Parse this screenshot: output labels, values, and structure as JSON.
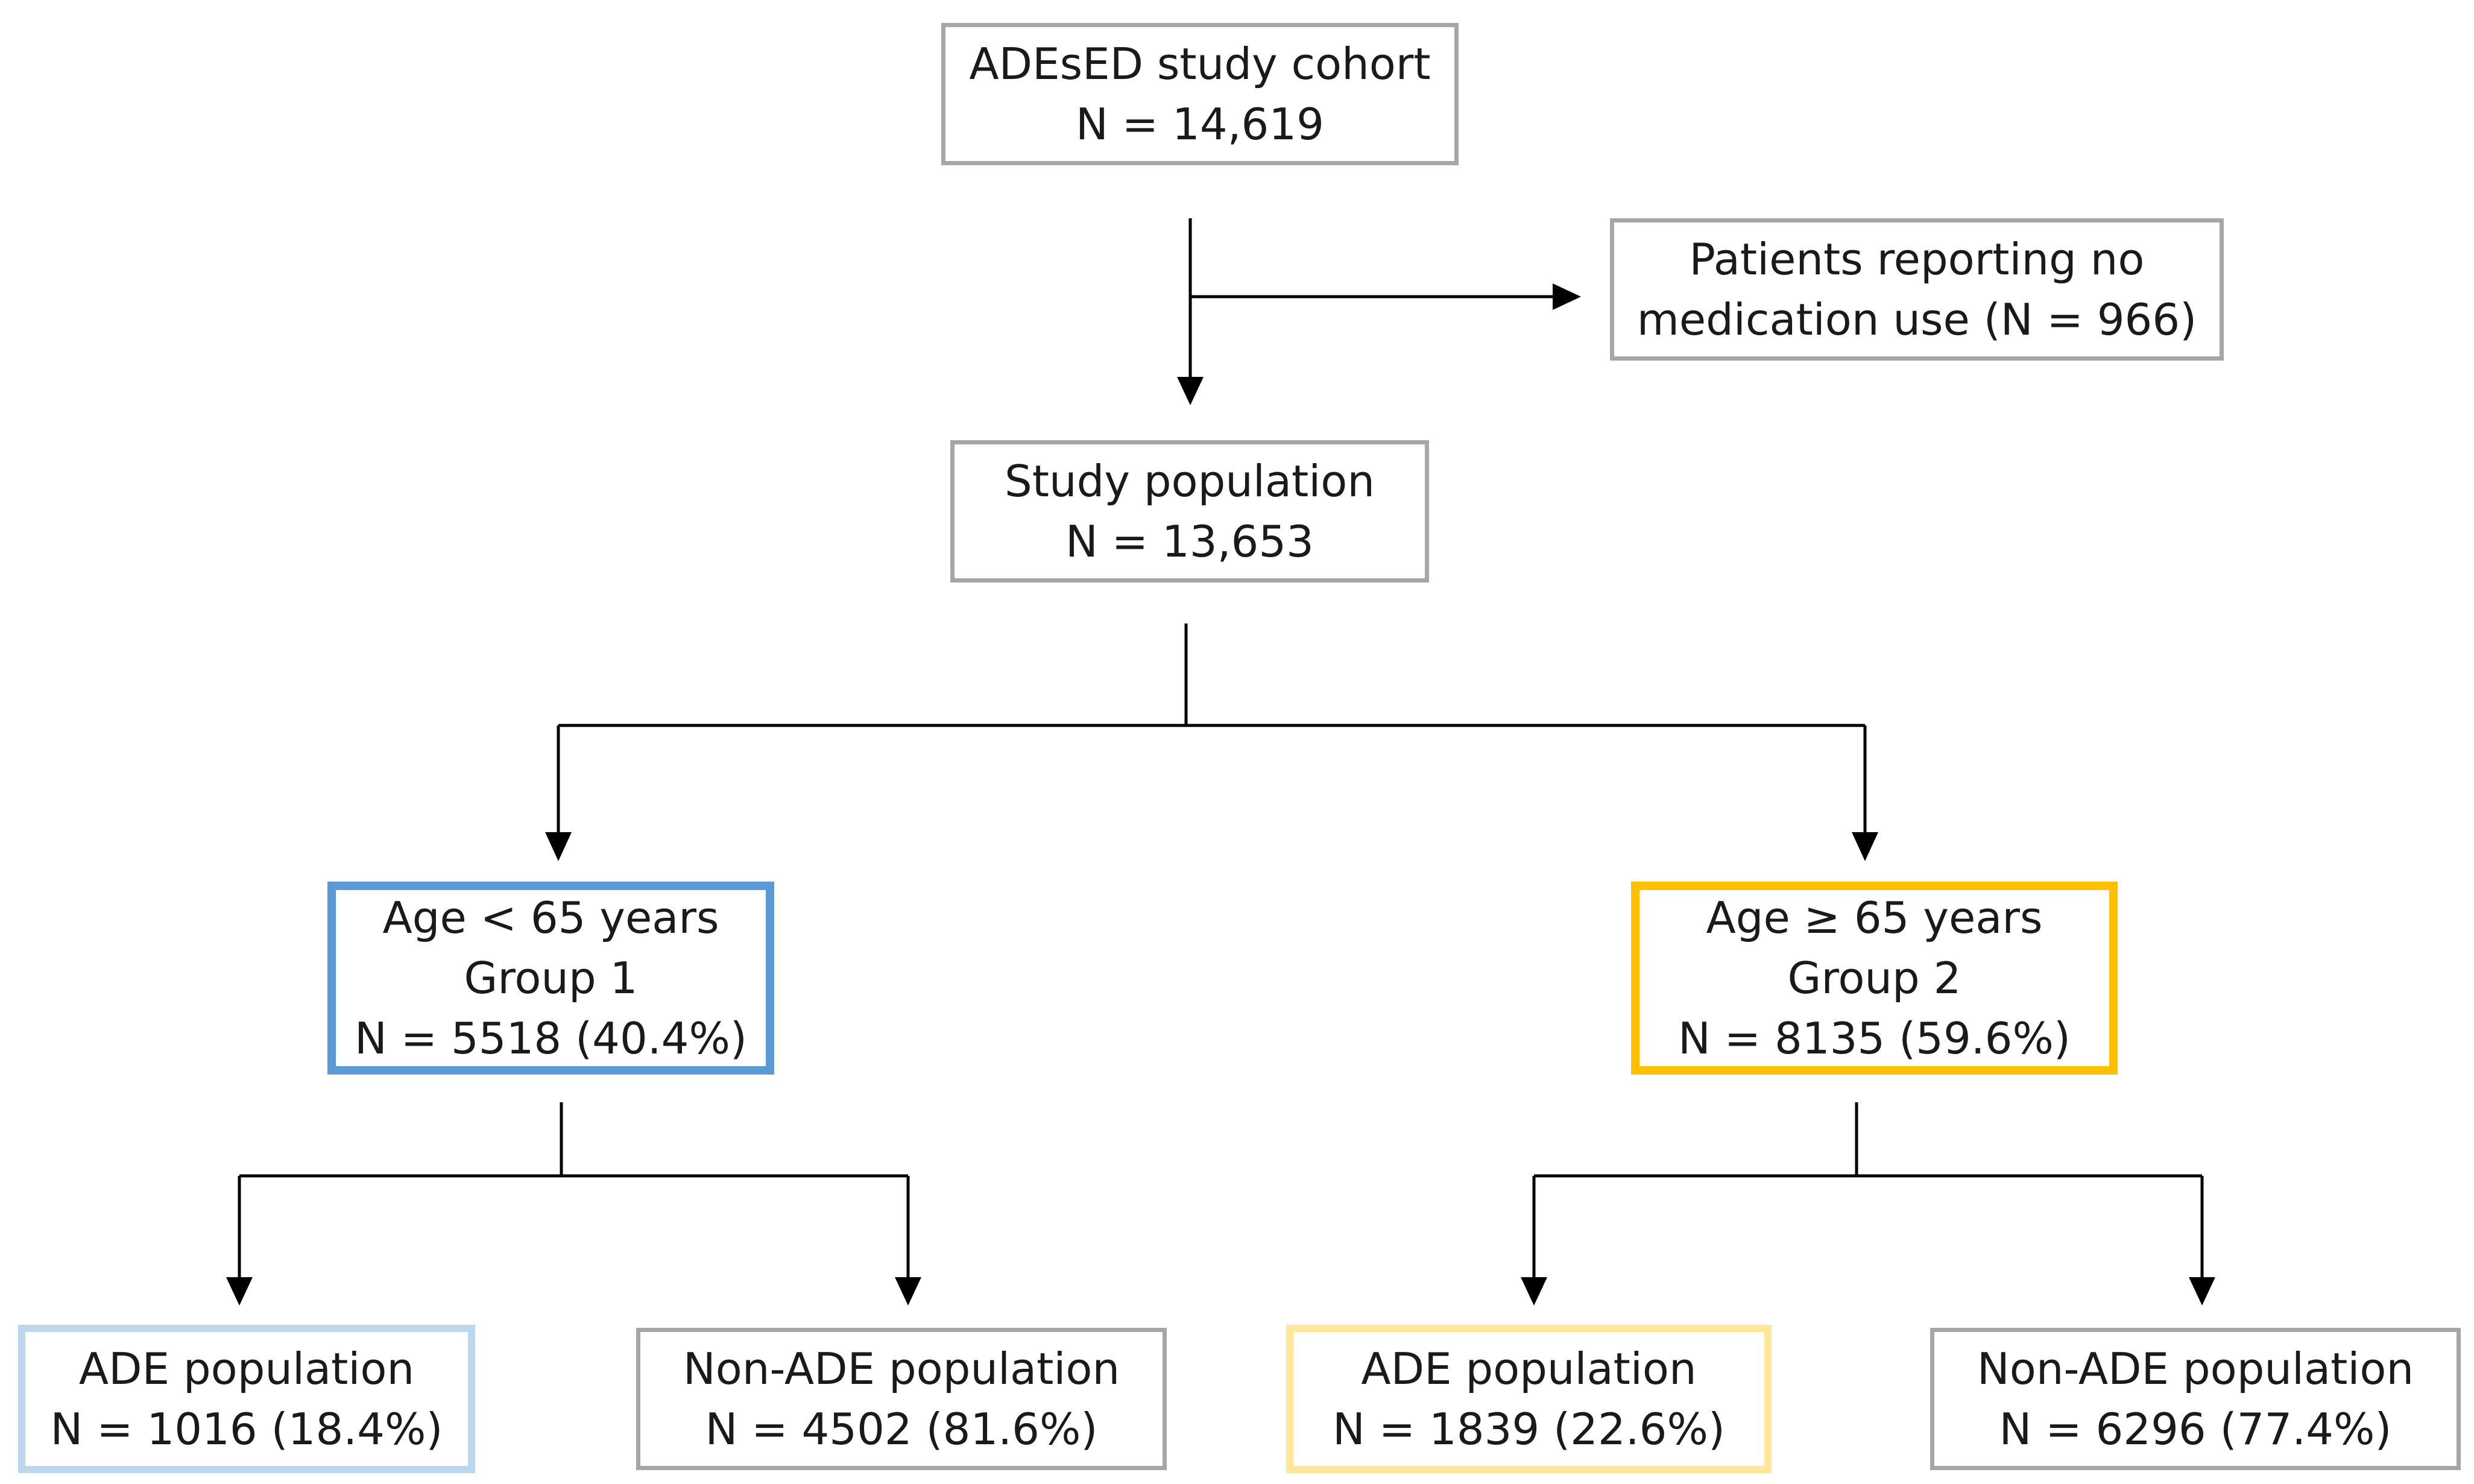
{
  "boxes": {
    "cohort": {
      "line1": "ADEsED study cohort",
      "line2": "N = 14,619"
    },
    "excluded": {
      "line1": "Patients reporting no",
      "line2": "medication use (N = 966)"
    },
    "study": {
      "line1": "Study population",
      "line2": "N = 13,653"
    },
    "group1": {
      "line1": "Age < 65 years",
      "line2": "Group 1",
      "line3": "N = 5518 (40.4%)"
    },
    "group2": {
      "line1": "Age ≥ 65 years",
      "line2": "Group 2",
      "line3": "N = 8135 (59.6%)"
    },
    "ade1": {
      "line1": "ADE population",
      "line2": "N = 1016 (18.4%)"
    },
    "nonade1": {
      "line1": "Non-ADE population",
      "line2": "N = 4502 (81.6%)"
    },
    "ade2": {
      "line1": "ADE population",
      "line2": "N = 1839 (22.6%)"
    },
    "nonade2": {
      "line1": "Non-ADE population",
      "line2": "N = 6296 (77.4%)"
    }
  },
  "colors": {
    "gray_border": "#a6a6a6",
    "group1_border": "#5b9bd5",
    "group2_border": "#ffc000",
    "ade1_border": "#bdd7ee",
    "ade2_border": "#ffe699",
    "connector": "#000000"
  }
}
